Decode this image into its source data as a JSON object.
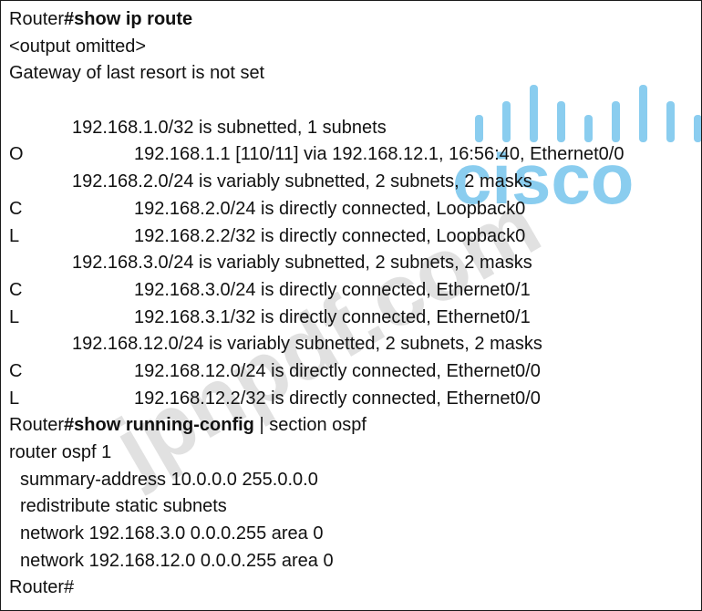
{
  "watermark": {
    "brand": "cisco",
    "site": "jpnpdf.com",
    "color": "#7ec8ee"
  },
  "terminal": {
    "cmd1": {
      "prompt": "Router",
      "command": "#show ip route"
    },
    "omitted": "<output omitted>",
    "gateway": "Gateway of last resort is not set",
    "routes": [
      {
        "type": "header",
        "text": "192.168.1.0/32 is subnetted, 1 subnets"
      },
      {
        "type": "entry",
        "code": "O",
        "text": "192.168.1.1 [110/11] via 192.168.12.1, 16:56:40, Ethernet0/0"
      },
      {
        "type": "header",
        "text": "192.168.2.0/24 is variably subnetted, 2 subnets, 2 masks"
      },
      {
        "type": "entry",
        "code": "C",
        "text": "192.168.2.0/24 is directly connected, Loopback0"
      },
      {
        "type": "entry",
        "code": "L",
        "text": "192.168.2.2/32 is directly connected, Loopback0"
      },
      {
        "type": "header",
        "text": "192.168.3.0/24 is variably subnetted, 2 subnets, 2 masks"
      },
      {
        "type": "entry",
        "code": "C",
        "text": "192.168.3.0/24 is directly connected, Ethernet0/1"
      },
      {
        "type": "entry",
        "code": "L",
        "text": "192.168.3.1/32 is directly connected, Ethernet0/1"
      },
      {
        "type": "header",
        "text": "192.168.12.0/24 is variably subnetted, 2 subnets, 2 masks"
      },
      {
        "type": "entry",
        "code": "C",
        "text": "192.168.12.0/24 is directly connected, Ethernet0/0"
      },
      {
        "type": "entry",
        "code": "L",
        "text": "192.168.12.2/32 is directly connected, Ethernet0/0"
      }
    ],
    "cmd2": {
      "prompt": "Router",
      "command": "#show running-config",
      "suffix": " | section ospf"
    },
    "config": {
      "router_line": "router ospf 1",
      "lines": [
        "summary-address 10.0.0.0 255.0.0.0",
        "redistribute static subnets",
        "network 192.168.3.0 0.0.0.255 area 0",
        "network 192.168.12.0 0.0.0.255 area 0"
      ]
    },
    "final_prompt": "Router#"
  }
}
